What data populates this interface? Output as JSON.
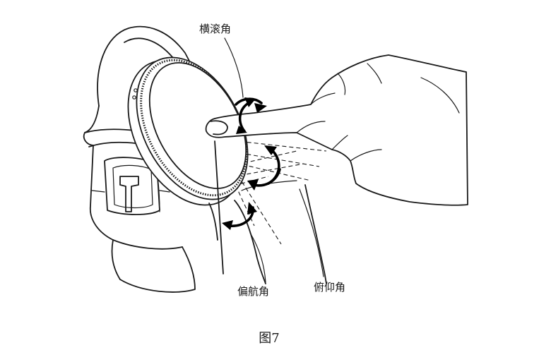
{
  "labels": {
    "roll": "横滚角",
    "yaw": "偏航角",
    "pitch": "俯仰角"
  },
  "caption": "图7"
}
